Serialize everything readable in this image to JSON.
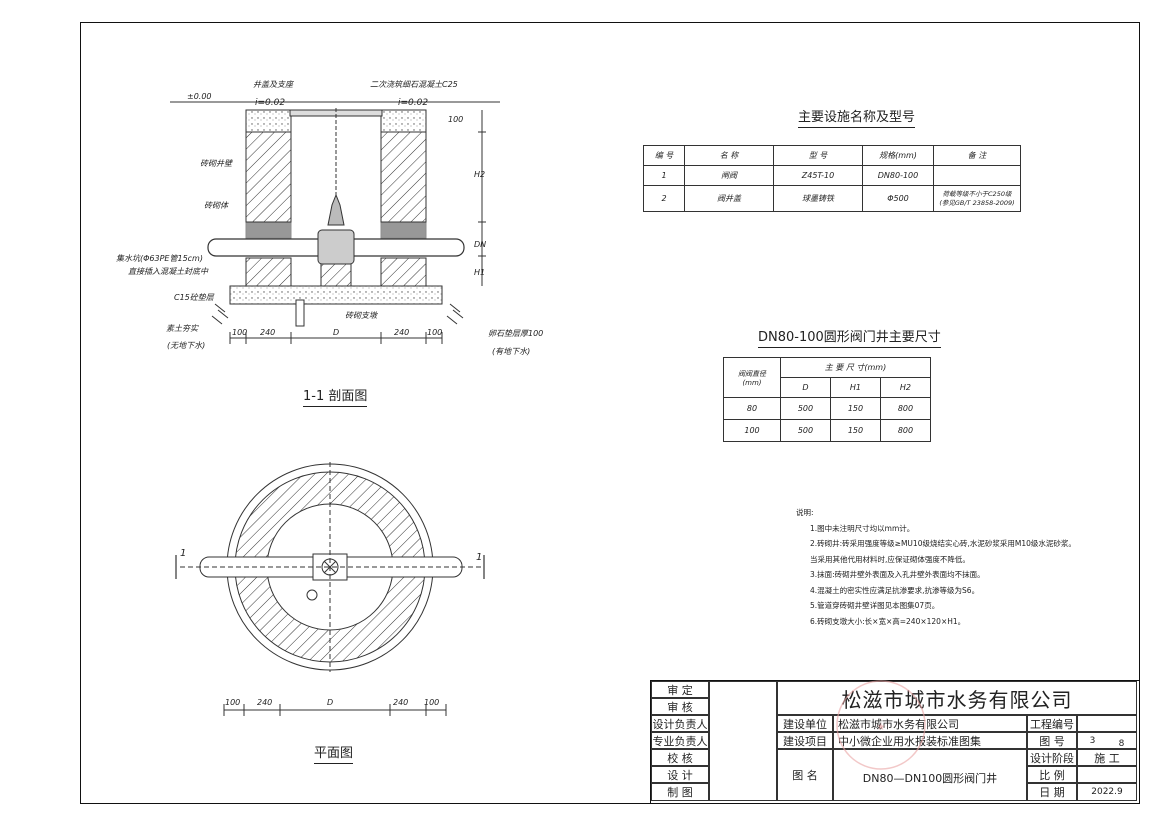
{
  "section": {
    "title": "1-1 剖面图",
    "labels": {
      "elevation": "±0.00",
      "cover": "井盖及支座",
      "concrete2": "二次浇筑细石混凝土C25",
      "slope_left": "i=0.02",
      "slope_right": "i=0.02",
      "brick_wall": "砖砌井壁",
      "brick_pier": "砖砌体",
      "drain_pipe": "集水坑(Φ63PE管15cm)",
      "drain_pipe2": "直接插入混凝土封底中",
      "base": "C15砼垫层",
      "soil": "素土夯实",
      "soil_note": "(无地下水)",
      "valve_support": "砖砌支墩",
      "gravel": "卵石垫层厚100",
      "gravel_note": "(有地下水)",
      "dim_100_top": "100",
      "dim_h2": "H2",
      "dim_dn": "DN",
      "dim_h1": "H1",
      "dim_bottom": [
        "100",
        "240",
        "D",
        "240",
        "100"
      ]
    }
  },
  "plan": {
    "title": "平面图",
    "cut_mark": "1",
    "dim_bottom": [
      "100",
      "240",
      "D",
      "240",
      "100"
    ]
  },
  "equipment": {
    "title": "主要设施名称及型号",
    "headers": [
      "编 号",
      "名 称",
      "型 号",
      "规格(mm)",
      "备 注"
    ],
    "rows": [
      [
        "1",
        "闸阀",
        "Z45T-10",
        "DN80-100",
        ""
      ],
      [
        "2",
        "阀井盖",
        "球墨铸铁",
        "Φ500",
        "荷载等级不小于C250级"
      ]
    ],
    "note2": "(参见GB/T 23858-2009)"
  },
  "dims": {
    "title": "DN80-100圆形阀门井主要尺寸",
    "h_valve": "阀阀直径",
    "h_valve_unit": "(mm)",
    "h_main": "主 要 尺 寸(mm)",
    "cols": [
      "D",
      "H1",
      "H2"
    ],
    "rows": [
      [
        "80",
        "500",
        "150",
        "800"
      ],
      [
        "100",
        "500",
        "150",
        "800"
      ]
    ]
  },
  "notes": {
    "title": "说明:",
    "items": [
      "1.图中未注明尺寸均以mm计。",
      "2.砖砌井:砖采用强度等级≥MU10级烧结实心砖,水泥砂浆采用M10级水泥砂浆。",
      "当采用其他代用材料时,应保证砌体强度不降低。",
      "3.抹面:砖砌井壁外表面及入孔井壁外表面均不抹面。",
      "4.混凝土的密实性应满足抗渗要求,抗渗等级为S6。",
      "5.管道穿砖砌井壁详图见本图集07页。",
      "6.砖砌支墩大小:长×宽×高=240×120×H1。"
    ]
  },
  "titleblock": {
    "company": "松滋市城市水务有限公司",
    "roles": [
      "审 定",
      "审 核",
      "设计负责人",
      "专业负责人",
      "校 核",
      "设 计",
      "制 图"
    ],
    "build_unit_label": "建设单位",
    "build_unit": "松滋市城市水务有限公司",
    "build_project_label": "建设项目",
    "build_project": "中小微企业用水报装标准图集",
    "drawing_name_label": "图 名",
    "drawing_name": "DN80—DN100圆形阀门井",
    "project_no_label": "工程编号",
    "drawing_no_label": "图 号",
    "drawing_no": "3",
    "drawing_total": "8",
    "stage_label": "设计阶段",
    "stage": "施 工",
    "scale_label": "比 例",
    "date_label": "日 期",
    "date": "2022.9"
  }
}
